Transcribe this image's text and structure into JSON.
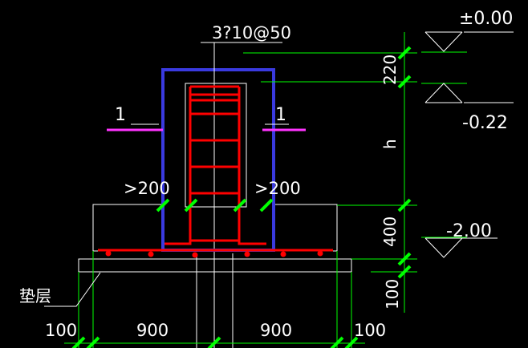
{
  "drawing": {
    "colors": {
      "background": "#000000",
      "outline": "#ffffff",
      "dimension": "#00ff00",
      "tick": "#00ff00",
      "rebar": "#ff0000",
      "column_frame": "#3a3adf",
      "section_mark": "#ff33ff",
      "text": "#ffffff"
    },
    "labels": {
      "stirrup_spec": "3?10@50",
      "section_left": "1",
      "section_right": "1",
      "anchor_left": ">200",
      "anchor_right": ">200",
      "cushion": "垫层"
    },
    "elevations": {
      "ground": "±0.00",
      "column_top": "-0.22",
      "foundation": "-2.00"
    },
    "vertical_dims": {
      "top": "220",
      "middle": "h",
      "base": "400",
      "cushion": "100"
    },
    "horizontal_dims": [
      "100",
      "900",
      "900",
      "100"
    ]
  }
}
